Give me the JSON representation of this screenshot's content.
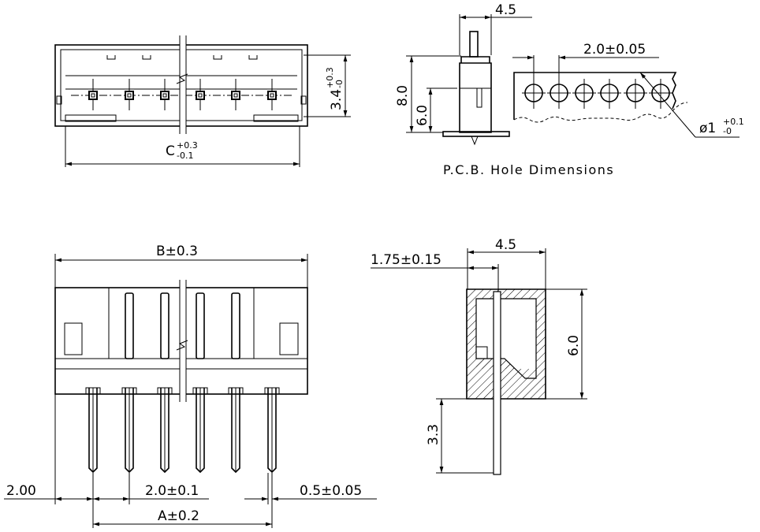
{
  "top_view": {
    "c_label": "C",
    "c_tol_plus": "+0.3",
    "c_tol_minus": "-0.1",
    "height_label": "3.4",
    "height_tol_plus": "+0.3",
    "height_tol_minus": "-0"
  },
  "side_view_top": {
    "width_label": "4.5",
    "height_total": "8.0",
    "height_body": "6.0"
  },
  "pcb_holes": {
    "pitch_label": "2.0±0.05",
    "diameter_label": "ø1",
    "diameter_tol_plus": "+0.1",
    "diameter_tol_minus": "-0",
    "caption": "P.C.B. Hole Dimensions",
    "hole_count": 6
  },
  "front_view": {
    "b_label": "B±0.3",
    "a_label": "A±0.2",
    "edge_label": "2.00",
    "pitch_label": "2.0±0.1",
    "pin_label": "0.5±0.05",
    "pin_count": 6
  },
  "section_view": {
    "width_label": "4.5",
    "wall_label": "1.75±0.15",
    "height_label": "6.0",
    "pin_length_label": "3.3"
  }
}
